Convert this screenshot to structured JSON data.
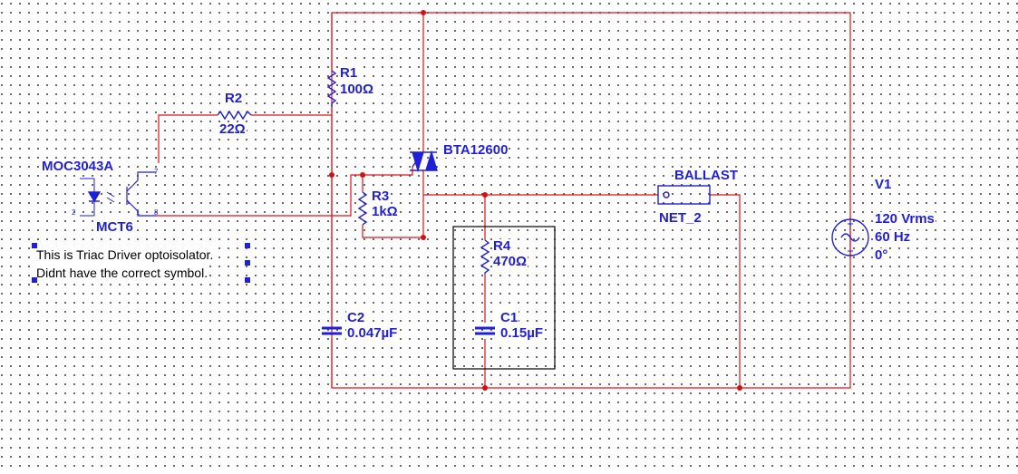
{
  "components": {
    "r1": {
      "ref": "R1",
      "value": "100Ω"
    },
    "r2": {
      "ref": "R2",
      "value": "22Ω"
    },
    "r3": {
      "ref": "R3",
      "value": "1kΩ"
    },
    "r4": {
      "ref": "R4",
      "value": "470Ω"
    },
    "c1": {
      "ref": "C1",
      "value": "0.15µF"
    },
    "c2": {
      "ref": "C2",
      "value": "0.047µF"
    },
    "triac": {
      "ref": "BTA12600"
    },
    "opto": {
      "ref": "MOC3043A",
      "part": "MCT6",
      "pins": [
        "7",
        "2",
        "1",
        "8"
      ]
    },
    "ballast": {
      "ref": "BALLAST",
      "net": "NET_2"
    },
    "v1": {
      "ref": "V1",
      "voltage": "120 Vrms",
      "frequency": "60 Hz",
      "phase": "0°"
    }
  },
  "note": {
    "line1": "This is Triac Driver optoisolator.",
    "line2": "Didnt have the correct symbol."
  },
  "colors": {
    "wire": "#e0101a",
    "component": "#1f1fd6",
    "junction": "#d41010",
    "box": "#000000"
  }
}
